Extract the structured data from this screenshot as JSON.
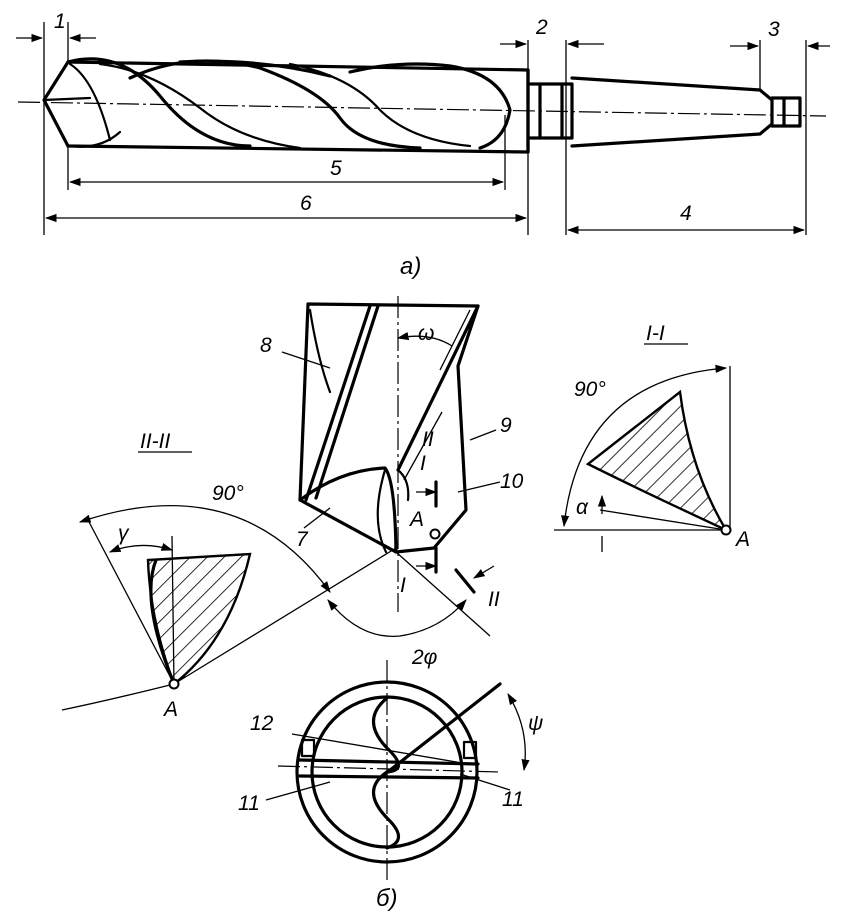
{
  "view_a": {
    "caption": "а)",
    "labels": {
      "l1": "1",
      "l2": "2",
      "l3": "3",
      "l4": "4",
      "l5": "5",
      "l6": "6"
    }
  },
  "view_b": {
    "caption": "б)",
    "labels": {
      "l7": "7",
      "l8": "8",
      "l9": "9",
      "l10": "10",
      "l11a": "11",
      "l11b": "11",
      "l12": "12",
      "omega": "ω",
      "psi": "ψ",
      "two_phi": "2φ",
      "pointA": "A",
      "sec_I_top": "I",
      "sec_I_bottom": "I",
      "sec_II_top": "II",
      "sec_II_bottom": "II"
    }
  },
  "section_I": {
    "title": "I-I",
    "angle_label": "90°",
    "alpha": "α",
    "pointA": "A"
  },
  "section_II": {
    "title": "II-II",
    "angle_label": "90°",
    "gamma": "γ",
    "pointA": "A"
  }
}
